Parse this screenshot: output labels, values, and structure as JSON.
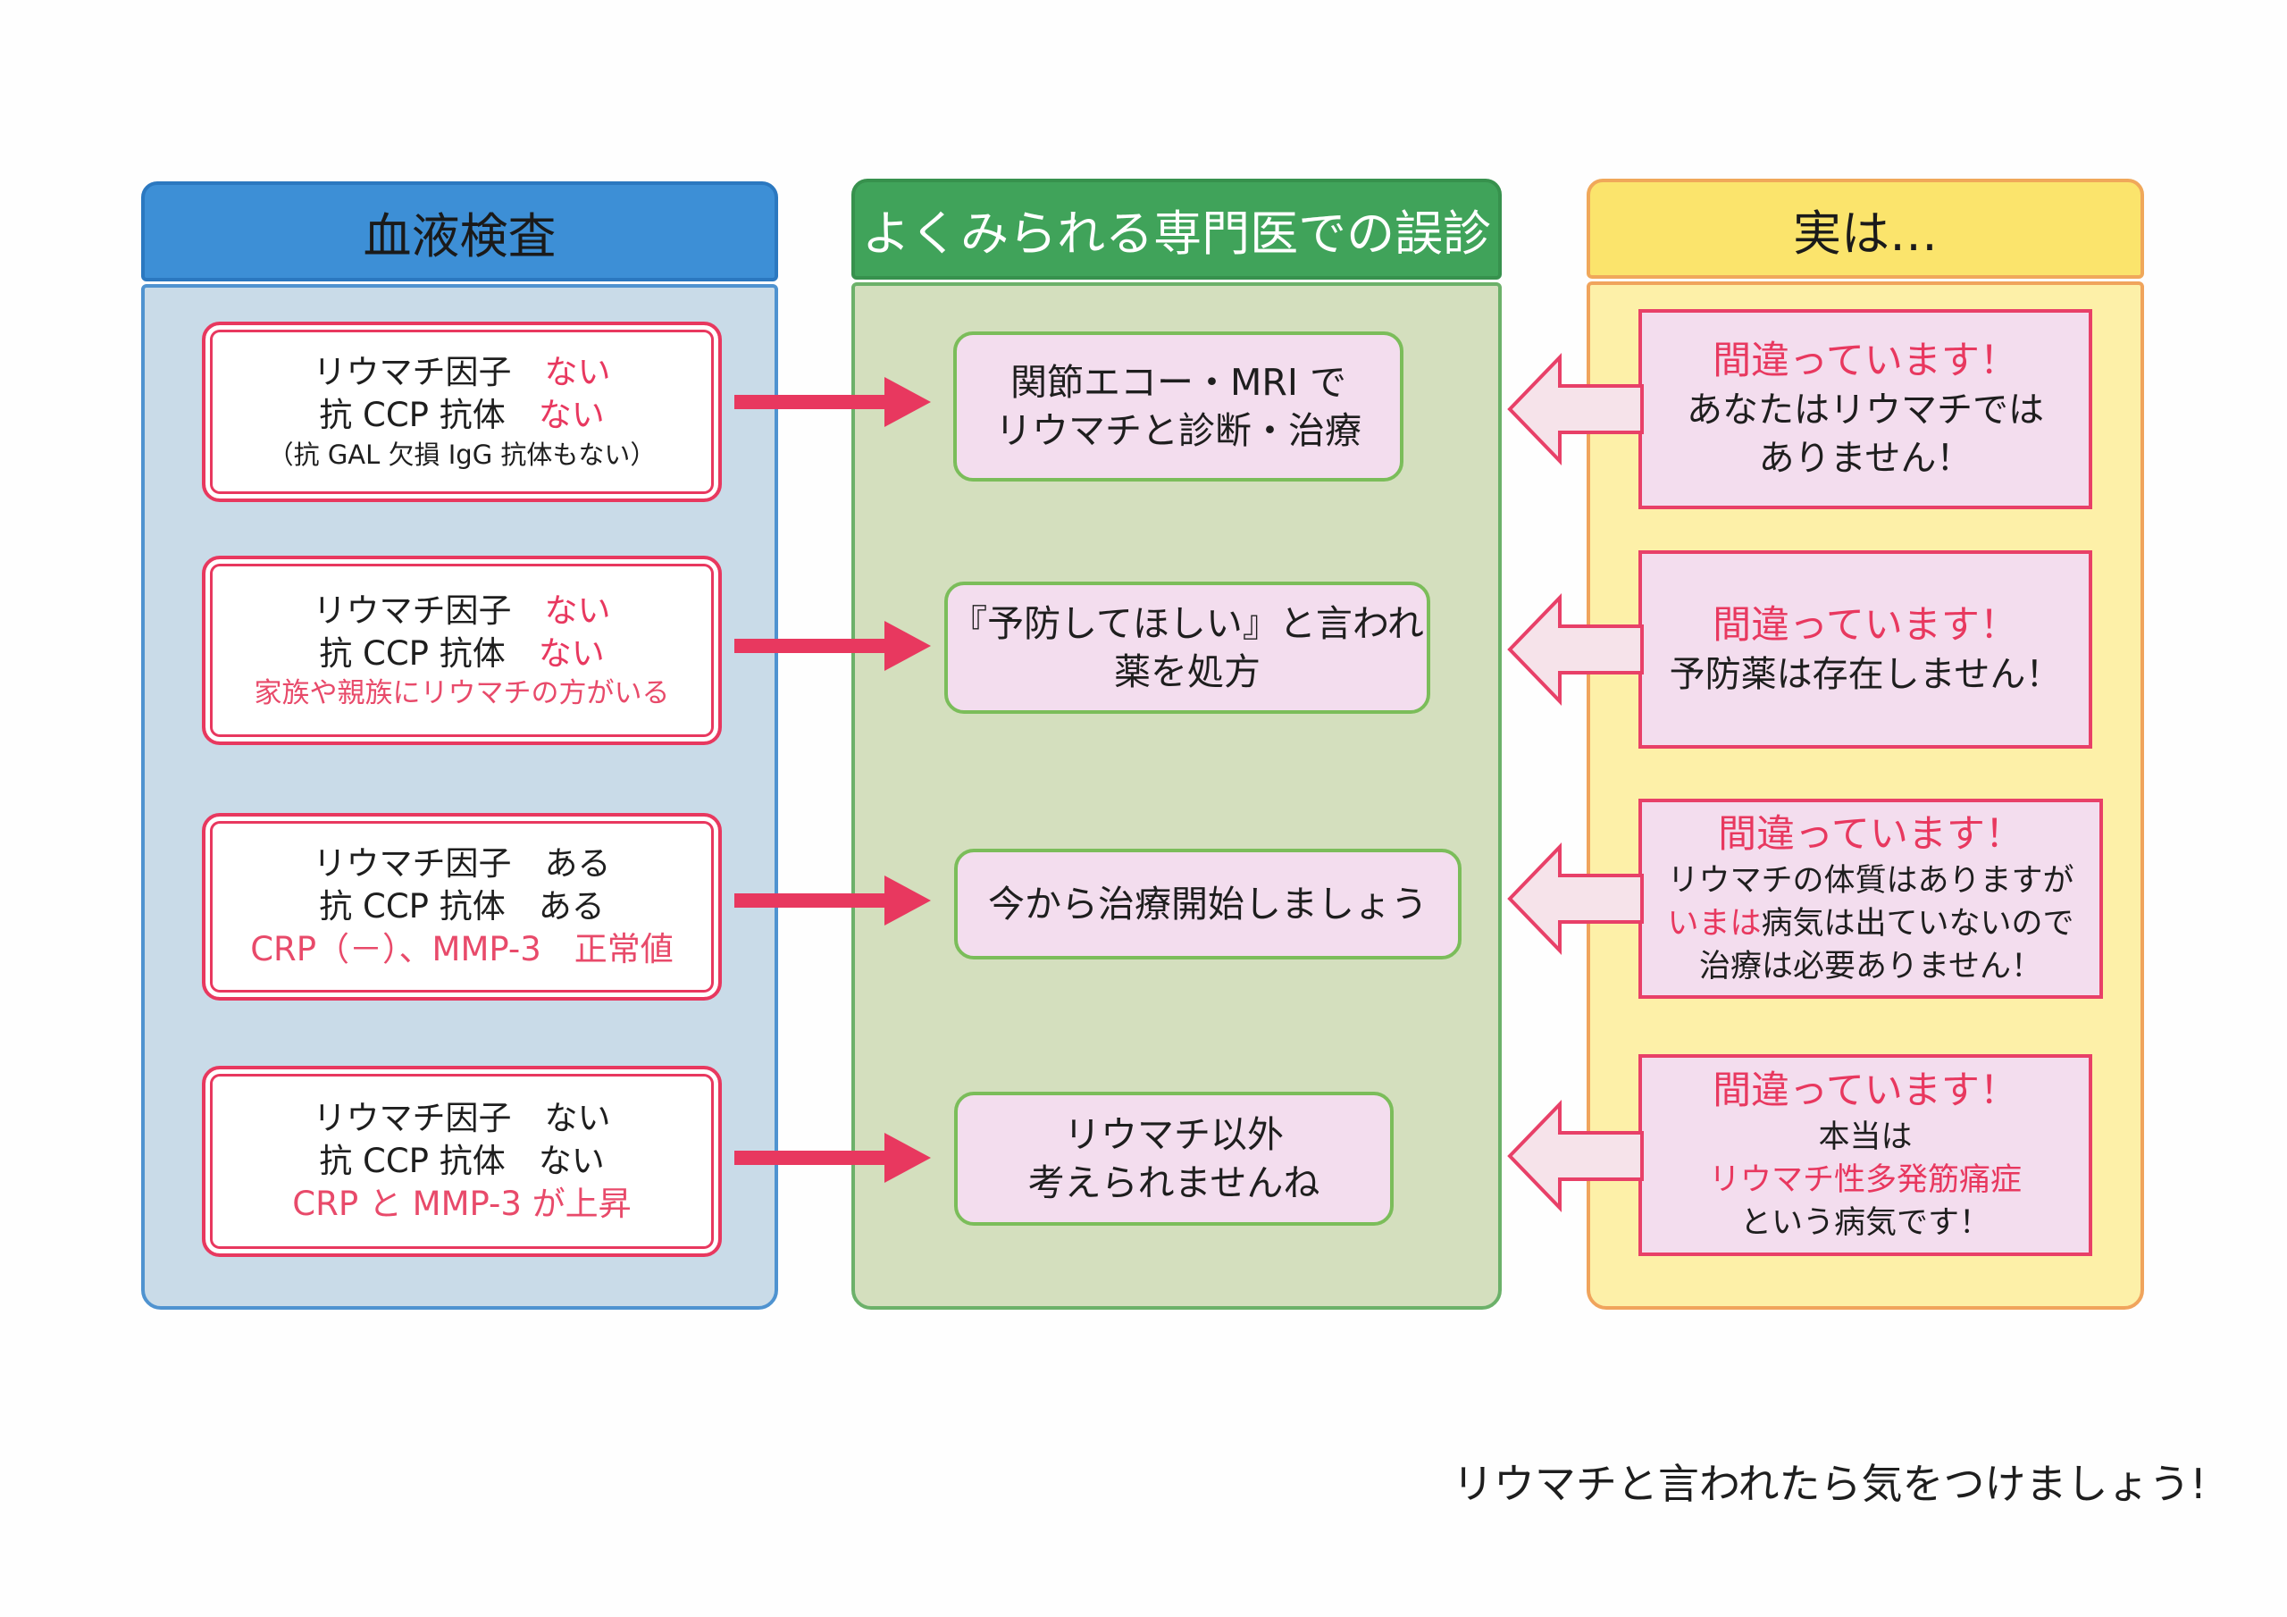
{
  "columns": {
    "blood_test": {
      "title": "血液検査"
    },
    "misdiagnosis": {
      "title": "よくみられる専門医での誤診"
    },
    "reality": {
      "title": "実は…"
    }
  },
  "rows": [
    {
      "test": {
        "line1_prefix": "リウマチ因子",
        "line1_value": "ない",
        "line2_prefix": "抗 CCP 抗体",
        "line2_value": "ない",
        "line3": "（抗 GAL 欠損 IgG 抗体もない）"
      },
      "misdiagnosis": {
        "line1": "関節エコー・MRI で",
        "line2": "リウマチと診断・治療"
      },
      "reality": {
        "title": "間違っています！",
        "line1": "あなたはリウマチでは",
        "line2": "ありません！"
      }
    },
    {
      "test": {
        "line1_prefix": "リウマチ因子",
        "line1_value": "ない",
        "line2_prefix": "抗 CCP 抗体",
        "line2_value": "ない",
        "line3": "家族や親族にリウマチの方がいる"
      },
      "misdiagnosis": {
        "line1": "『予防してほしい』と言われ",
        "line2": "薬を処方"
      },
      "reality": {
        "title": "間違っています！",
        "line1": "予防薬は存在しません！"
      }
    },
    {
      "test": {
        "line1": "リウマチ因子　ある",
        "line2": "抗 CCP 抗体　ある",
        "line3": "CRP（－）、MMP-3　正常値"
      },
      "misdiagnosis": {
        "line1": "今から治療開始しましょう"
      },
      "reality": {
        "title": "間違っています！",
        "line1": "リウマチの体質はありますが",
        "line2_pink": "いまは",
        "line2_rest": "病気は出ていないので",
        "line3": "治療は必要ありません！"
      }
    },
    {
      "test": {
        "line1": "リウマチ因子　ない",
        "line2": "抗 CCP 抗体　ない",
        "line3": "CRP と MMP-3 が上昇"
      },
      "misdiagnosis": {
        "line1": "リウマチ以外",
        "line2": "考えられませんね"
      },
      "reality": {
        "title": "間違っています！",
        "line1": "本当は",
        "line2": "リウマチ性多発筋痛症",
        "line3": "という病気です！"
      }
    }
  ],
  "footer": "リウマチと言われたら気をつけましょう!",
  "colors": {
    "blue_header": "#3d8fd6",
    "green_header": "#40a35a",
    "yellow_header": "#fbe46c",
    "accent_red": "#e8385f"
  }
}
